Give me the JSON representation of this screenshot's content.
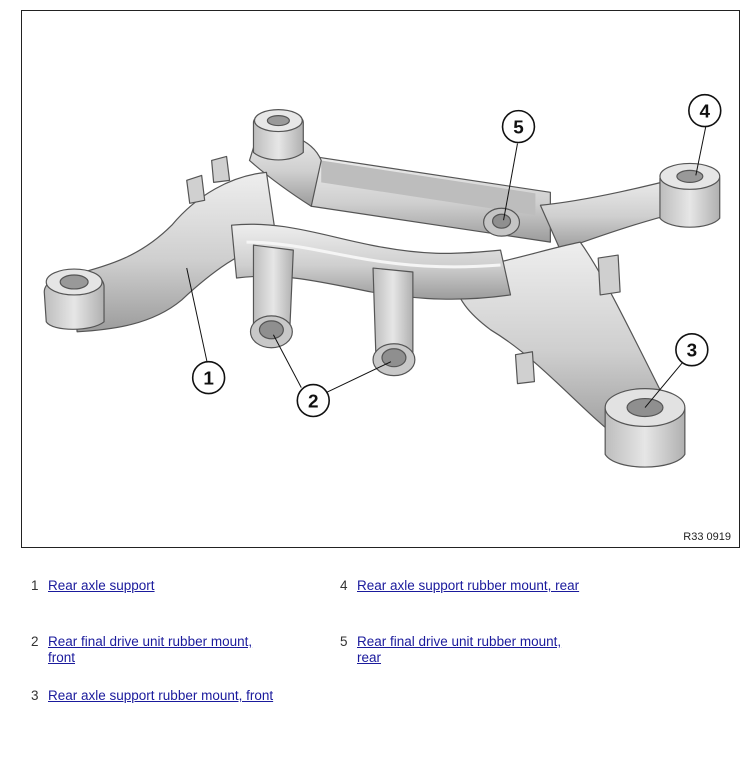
{
  "figure": {
    "code": "R33 0919",
    "callouts": [
      "1",
      "2",
      "3",
      "4",
      "5"
    ]
  },
  "legend": [
    {
      "number": "1",
      "label": "Rear axle support"
    },
    {
      "number": "2",
      "label": "Rear final drive unit rubber mount, front"
    },
    {
      "number": "3",
      "label": "Rear axle support rubber mount, front"
    },
    {
      "number": "4",
      "label": "Rear axle support rubber mount, rear"
    },
    {
      "number": "5",
      "label": "Rear final drive unit rubber mount, rear"
    }
  ],
  "colors": {
    "link": "#1a1a9c",
    "part_fill": "#d4d4d4",
    "part_shadow": "#a9a9a9",
    "outline": "#444444"
  }
}
